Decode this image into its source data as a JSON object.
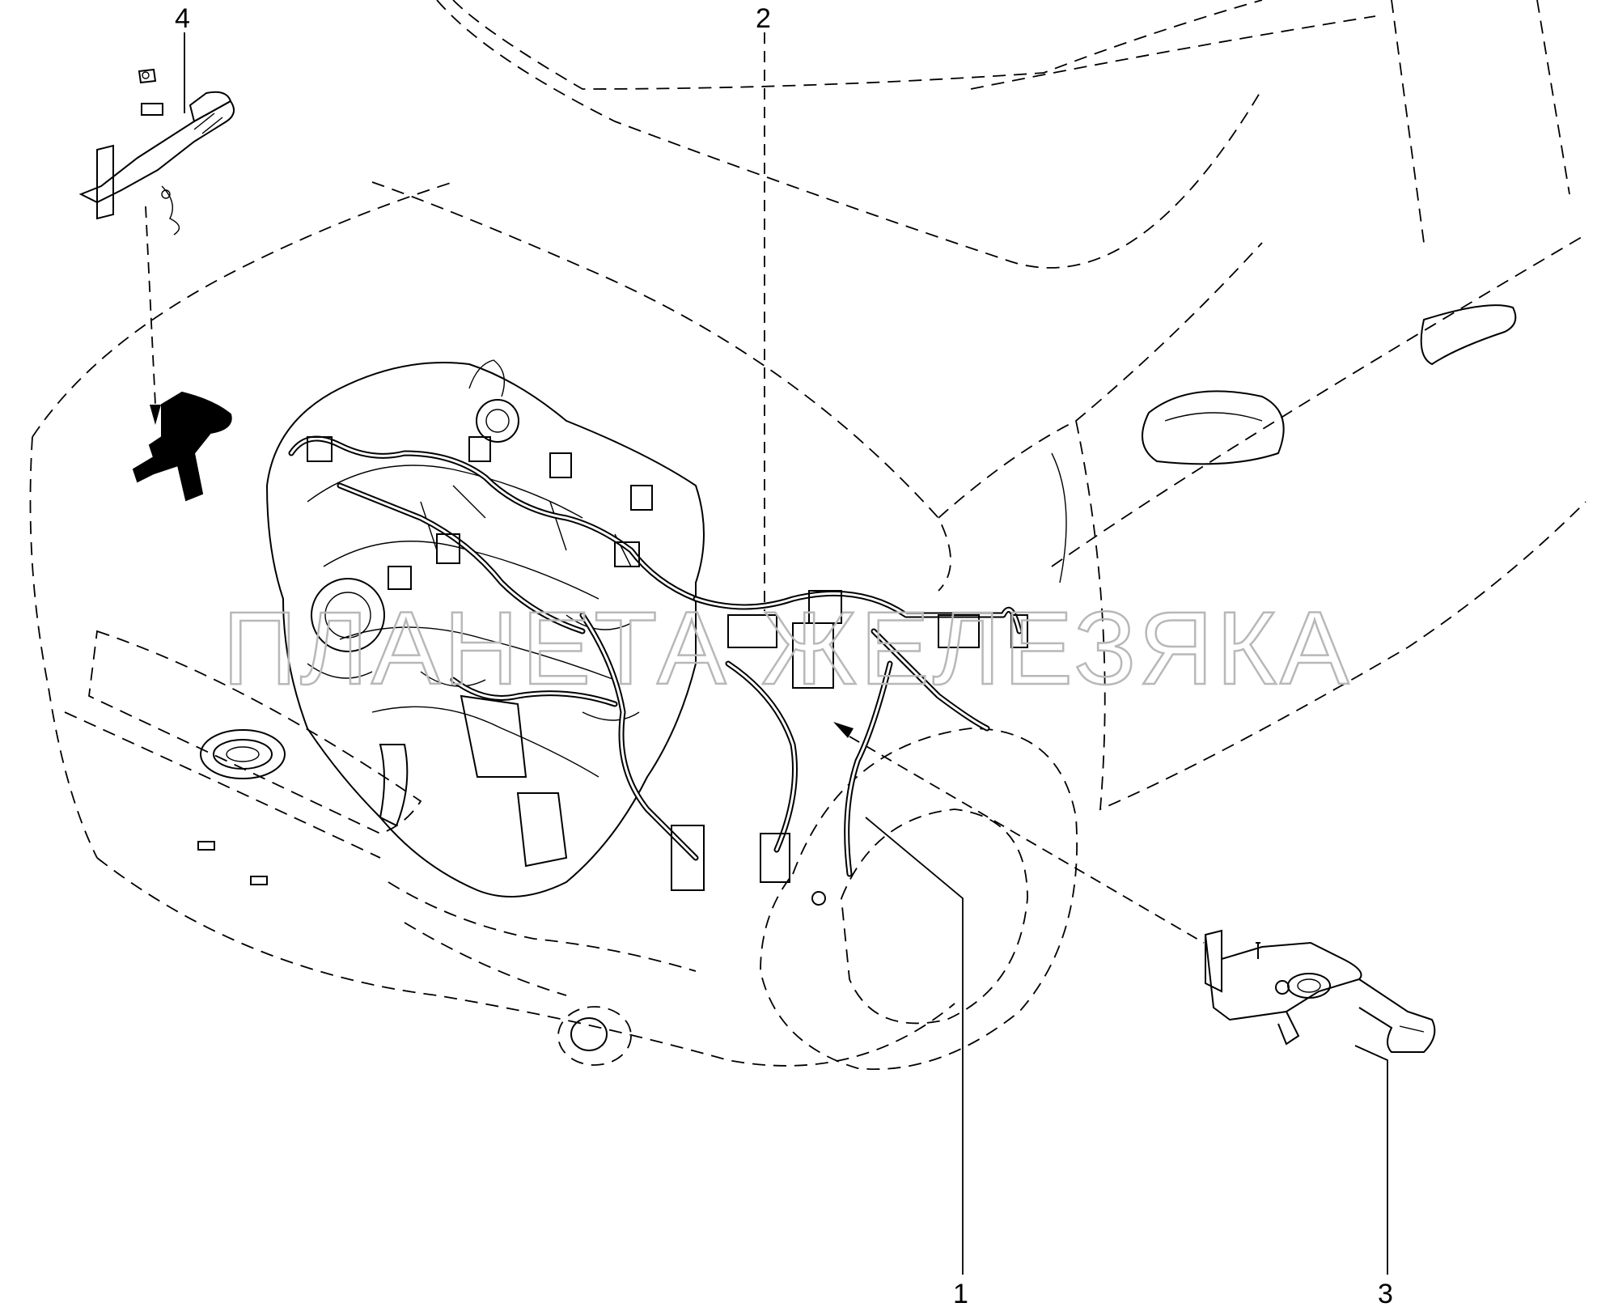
{
  "callouts": [
    {
      "id": "1",
      "label": "1"
    },
    {
      "id": "2",
      "label": "2"
    },
    {
      "id": "3",
      "label": "3"
    },
    {
      "id": "4",
      "label": "4"
    }
  ],
  "watermark": "ПЛАНЕТА ЖЕЛЕЗЯКА",
  "colors": {
    "line": "#000000",
    "background": "#ffffff",
    "watermark": "#b8b8b8"
  }
}
